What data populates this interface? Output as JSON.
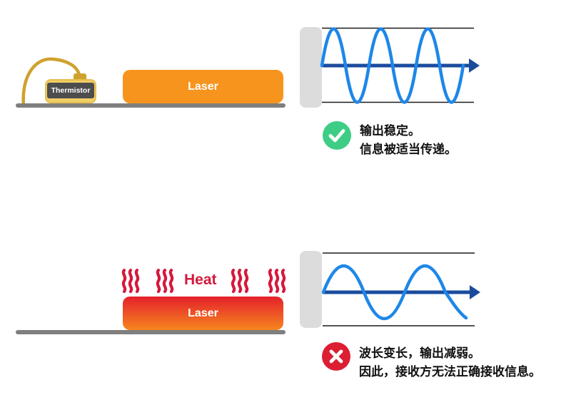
{
  "colors": {
    "laser_orange": "#F7941E",
    "laser_hot_top": "#E4202B",
    "laser_hot_bottom": "#F6861F",
    "ground_gray": "#7F7F7F",
    "thermistor_body": "#F2CE66",
    "thermistor_edge": "#E5BE4D",
    "thermistor_label_bg": "#4D4D4D",
    "wire_gold": "#CFA22E",
    "wave_blue": "#1E87E8",
    "axis_blue": "#1A4B9D",
    "wall_gray": "#DCDCDC",
    "check_green": "#3ECD84",
    "cross_red": "#DC1E33",
    "heat_red": "#D6193C",
    "text_black": "#111111"
  },
  "top_scene": {
    "thermistor_label": "Thermistor",
    "laser_label": "Laser",
    "status_icon": "check-circle",
    "result_lines": [
      "输出稳定。",
      "信息被适当传递。"
    ],
    "wave": {
      "cycles": 3,
      "amplitude": "full",
      "description": "stable short-wavelength output reaching both bounds"
    }
  },
  "bottom_scene": {
    "heat_label": "Heat",
    "laser_label": "Laser",
    "status_icon": "cross-circle",
    "result_lines": [
      "波长变长，输出减弱。",
      "因此，接收方无法正确接收信息。"
    ],
    "wave": {
      "cycles": 1.75,
      "amplitude": "reduced",
      "description": "stretched weaker wavelength not reaching bounds"
    }
  }
}
